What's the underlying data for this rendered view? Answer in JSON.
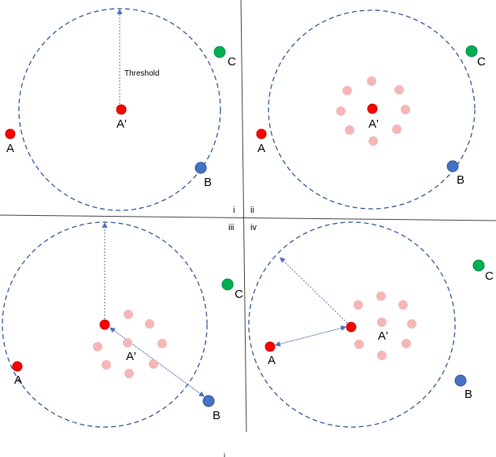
{
  "colors": {
    "red": "#ff0000",
    "blue": "#4472c4",
    "green": "#00b050",
    "pink": "#f4b6b6",
    "circle": "#2f5597",
    "arrow": "#4a6fbd"
  },
  "panel_i": {
    "quadrant_label": "i",
    "label_a": "A",
    "label_a_prime": "A'",
    "label_b": "B",
    "label_c": "C",
    "threshold_label": "Threshold"
  },
  "panel_ii": {
    "quadrant_label": "ii",
    "label_a": "A",
    "label_a_prime": "A'",
    "label_b": "B",
    "label_c": "C"
  },
  "panel_iii": {
    "quadrant_label": "iii",
    "label_a": "A",
    "label_a_prime": "A'",
    "label_b": "B",
    "label_c": "C"
  },
  "panel_iv": {
    "quadrant_label": "iv",
    "label_a": "A",
    "label_a_prime": "A'",
    "label_b": "B",
    "label_c": "C"
  },
  "footer_text": "i"
}
